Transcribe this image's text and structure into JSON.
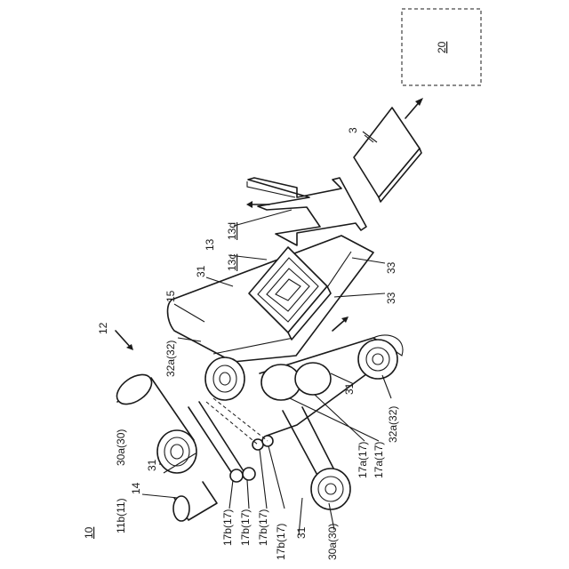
{
  "labels": {
    "fig": "10",
    "device": "12",
    "controller": "20",
    "sheet": "3",
    "stack": "13",
    "stack_c": "13c",
    "stack_d": "13d",
    "belt_top": "31",
    "web": "15",
    "roll_top": "32a(32)",
    "roll_left": "30a(30)",
    "belt_left": "31",
    "laminator": "14",
    "roll_11b": "11b(11)",
    "guide1": "17b(17)",
    "guide2": "17b(17)",
    "guide3": "17b(17)",
    "guide4": "17b(17)",
    "belt_bottom": "31",
    "roll_bottom_left": "30a(30)",
    "roll_17a_1": "17a(17)",
    "roll_17a_2": "17a(17)",
    "belt_right": "31",
    "roll_bottom_right": "32a(32)",
    "sensor_1": "33",
    "sensor_2": "33"
  }
}
